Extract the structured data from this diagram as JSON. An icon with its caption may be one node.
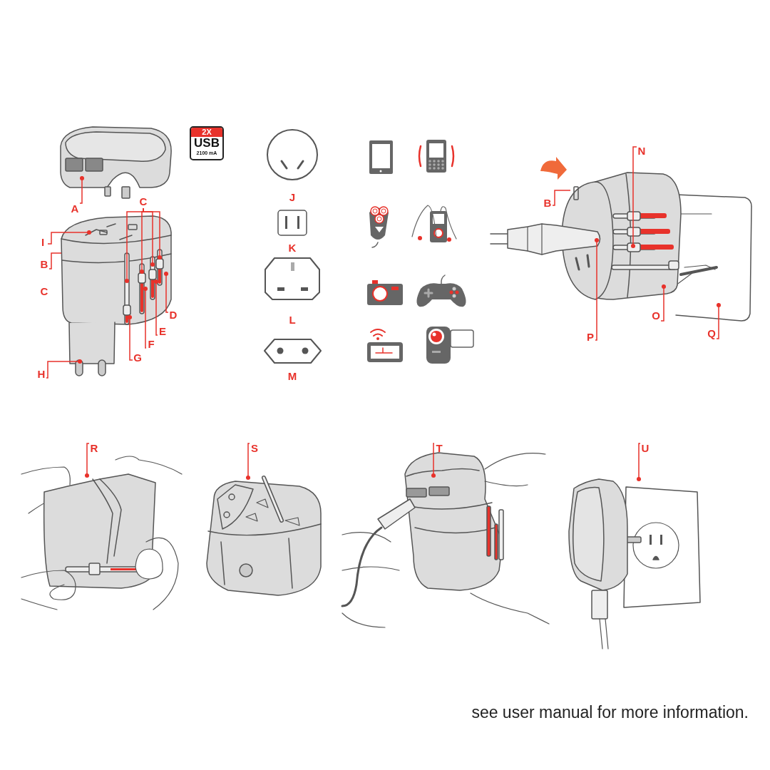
{
  "diagram": {
    "caption": "see user manual for more information.",
    "nodes": [
      {
        "text": [
          "A"
        ]
      },
      {
        "text": [
          "C"
        ]
      },
      {
        "text": [
          "I"
        ]
      },
      {
        "text": [
          "B"
        ]
      },
      {
        "text": [
          "D"
        ]
      },
      {
        "text": [
          "E"
        ]
      },
      {
        "text": [
          "F"
        ]
      },
      {
        "text": [
          "G"
        ]
      },
      {
        "text": [
          "H"
        ]
      },
      {
        "text": [
          "2X",
          "USB",
          "2100 mA"
        ]
      },
      {
        "text": [
          "B"
        ]
      },
      {
        "text": [
          "N"
        ]
      },
      {
        "text": [
          "O"
        ]
      },
      {
        "text": [
          "P"
        ]
      },
      {
        "text": [
          "Q"
        ]
      },
      {
        "text": [
          "R"
        ]
      },
      {
        "text": [
          "S"
        ]
      },
      {
        "text": [
          "T"
        ]
      },
      {
        "text": [
          "U"
        ]
      },
      {
        "text": [],
        "shape": "picture"
      },
      {
        "text": [],
        "shape": "picture"
      },
      {
        "text": [],
        "shape": "picture"
      },
      {
        "text": [],
        "shape": "picture"
      },
      {
        "text": [],
        "shape": "picture"
      },
      {
        "text": [],
        "shape": "picture"
      },
      {
        "text": [],
        "shape": "picture"
      },
      {
        "text": [],
        "shape": "picture"
      },
      {
        "text": [],
        "shape": "picture"
      }
    ],
    "edges": [
      {
        "from": 0,
        "to": 19,
        "arrow": "other"
      },
      {
        "from": 1,
        "to": 20,
        "arrow": "other"
      },
      {
        "from": 1,
        "to": 20,
        "arrow": "other"
      },
      {
        "from": 1,
        "to": 20,
        "arrow": "other"
      },
      {
        "from": 1,
        "to": 20,
        "arrow": "other"
      },
      {
        "from": 2,
        "to": 20,
        "arrow": "other"
      },
      {
        "from": 3,
        "to": 20,
        "arrow": "none"
      },
      {
        "from": 4,
        "to": 20,
        "arrow": "other"
      },
      {
        "from": 5,
        "to": 20,
        "arrow": "other"
      },
      {
        "from": 6,
        "to": 20,
        "arrow": "other"
      },
      {
        "from": 7,
        "to": 20,
        "arrow": "other"
      },
      {
        "from": 8,
        "to": 20,
        "arrow": "other"
      },
      {
        "from": 10,
        "to": 21,
        "arrow": "none"
      },
      {
        "from": 11,
        "to": 21,
        "arrow": "other"
      },
      {
        "from": 12,
        "to": 21,
        "arrow": "other"
      },
      {
        "from": 13,
        "to": 26,
        "arrow": "other"
      },
      {
        "from": 14,
        "to": 27,
        "arrow": "other"
      },
      {
        "from": 15,
        "to": 22,
        "arrow": "other"
      },
      {
        "from": 16,
        "to": 23,
        "arrow": "other"
      },
      {
        "from": 17,
        "to": 24,
        "arrow": "other"
      },
      {
        "from": 18,
        "to": 25,
        "arrow": "other"
      }
    ],
    "labels": [
      "C",
      "J",
      "K",
      "L",
      "M"
    ]
  }
}
